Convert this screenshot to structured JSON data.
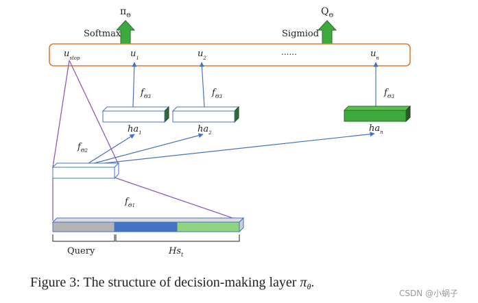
{
  "top_labels": {
    "pi": "π",
    "pi_sub": "Θ",
    "q": "Q",
    "q_sub": "Θ",
    "softmax": "Softmax",
    "sigmoid": "Sigmiod"
  },
  "u_layer": {
    "u_stop": "u",
    "u_stop_sub": "stop",
    "u1": "u",
    "u1_sub": "1",
    "u2": "u",
    "u2_sub": "2",
    "ellipsis": "......",
    "un": "u",
    "un_sub": "n"
  },
  "f_labels": {
    "f": "f",
    "f3_sub": "Θ3",
    "f2_sub": "Θ2",
    "f1_sub": "Θ1"
  },
  "ha_labels": {
    "ha1": "ha",
    "ha1_sub": "1",
    "ha2": "ha",
    "ha2_sub": "2",
    "han": "ha",
    "han_sub": "n"
  },
  "bottom_labels": {
    "query": "Query",
    "hs": "Hs",
    "hs_sub": "t"
  },
  "caption": {
    "prefix": "Figure 3: The structure of decision-making layer ",
    "pi": "π",
    "sub": "θ",
    "suffix": "."
  },
  "watermark": "CSDN @小蜗子",
  "colors": {
    "orange_border": "#e07b32",
    "arrow_blue": "#4472c4",
    "purple": "#8e5bb5",
    "green": "#3caa3c",
    "dark_green": "#2a6a2a",
    "blue_bar": "#4472c4",
    "light_green_bar": "#8fd57f",
    "grey_bar": "#b4b4b4"
  }
}
